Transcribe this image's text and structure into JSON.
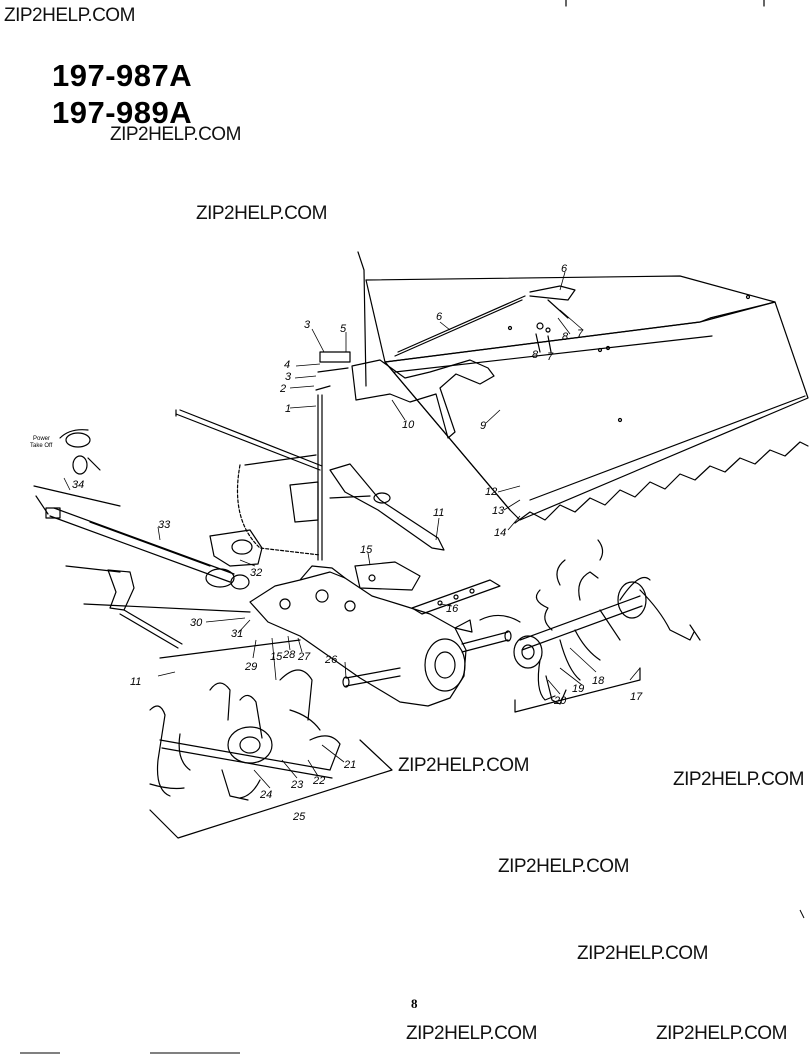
{
  "watermark": "ZIP2HELP.COM",
  "models": [
    "197-987A",
    "197-989A"
  ],
  "pto_label": [
    "Power",
    "Take Off"
  ],
  "page_number": "8",
  "callouts": [
    "1",
    "2",
    "3",
    "3",
    "4",
    "5",
    "6",
    "6",
    "7",
    "7",
    "8",
    "8",
    "9",
    "10",
    "11",
    "11",
    "12",
    "13",
    "14",
    "15",
    "15",
    "16",
    "17",
    "18",
    "19",
    "20",
    "21",
    "22",
    "23",
    "24",
    "25",
    "26",
    "27",
    "28",
    "29",
    "30",
    "31",
    "32",
    "33",
    "34"
  ]
}
